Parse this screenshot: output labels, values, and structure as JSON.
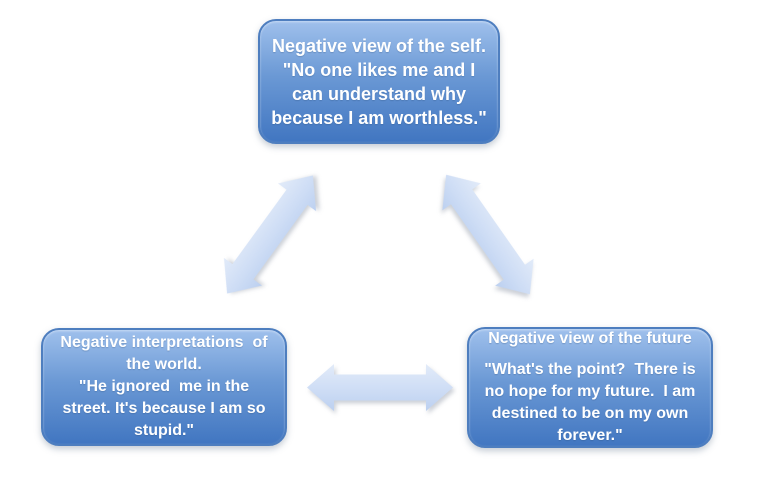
{
  "diagram": {
    "background": "#ffffff",
    "colors": {
      "box_gradient_top": "#9FC0EC",
      "box_gradient_bottom": "#4176C1",
      "box_border": "#4E7EBF",
      "arrow_gradient_top": "#E2EBF9",
      "arrow_gradient_bottom": "#BCD0F0",
      "text": "#FFFFFF"
    },
    "boxes": {
      "self": {
        "text": "Negative view of the self.\n\"No one likes me and I\ncan understand why\nbecause I am worthless.\""
      },
      "world": {
        "text": "Negative interpretations  of\nthe world.\n\"He ignored  me in the\nstreet. It's because I am so\nstupid.\""
      },
      "future": {
        "title": "Negative view of the future",
        "quote": "\"What's the point?  There is\nno hope for my future.  I am\ndestined to be on my own\nforever.\""
      }
    },
    "connections": [
      {
        "from": "self",
        "to": "world",
        "style": "double-arrow"
      },
      {
        "from": "self",
        "to": "future",
        "style": "double-arrow"
      },
      {
        "from": "world",
        "to": "future",
        "style": "double-arrow"
      }
    ]
  }
}
